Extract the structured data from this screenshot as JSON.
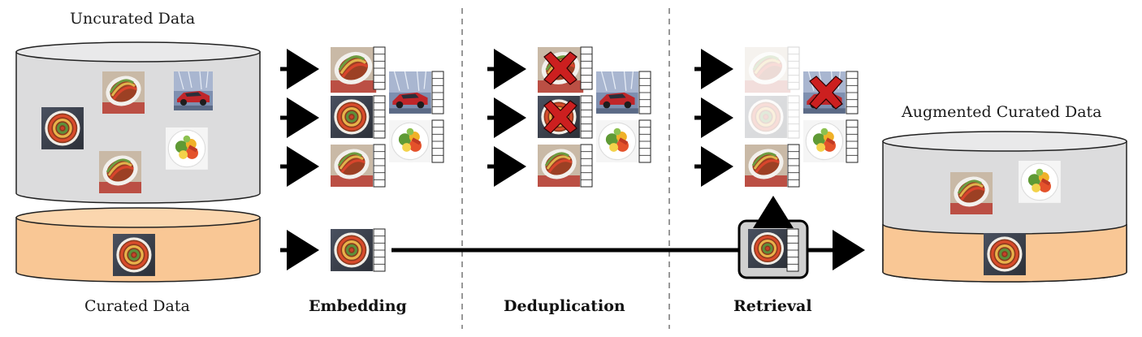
{
  "labels": {
    "uncurated": "Uncurated Data",
    "curated": "Curated Data",
    "augmented": "Augmented Curated Data"
  },
  "stages": {
    "embedding": "Embedding",
    "deduplication": "Deduplication",
    "retrieval": "Retrieval"
  },
  "colors": {
    "uncurated_fill": "#dcdcdd",
    "curated_fill": "#f9c795",
    "arrow": "#000000",
    "cross": "#cc1f1f",
    "divider": "#777777"
  },
  "icons": {
    "ratatouille": "ratatouille-image-icon",
    "car": "car-image-icon",
    "salad": "salad-image-icon",
    "removed": "red-cross-icon"
  }
}
